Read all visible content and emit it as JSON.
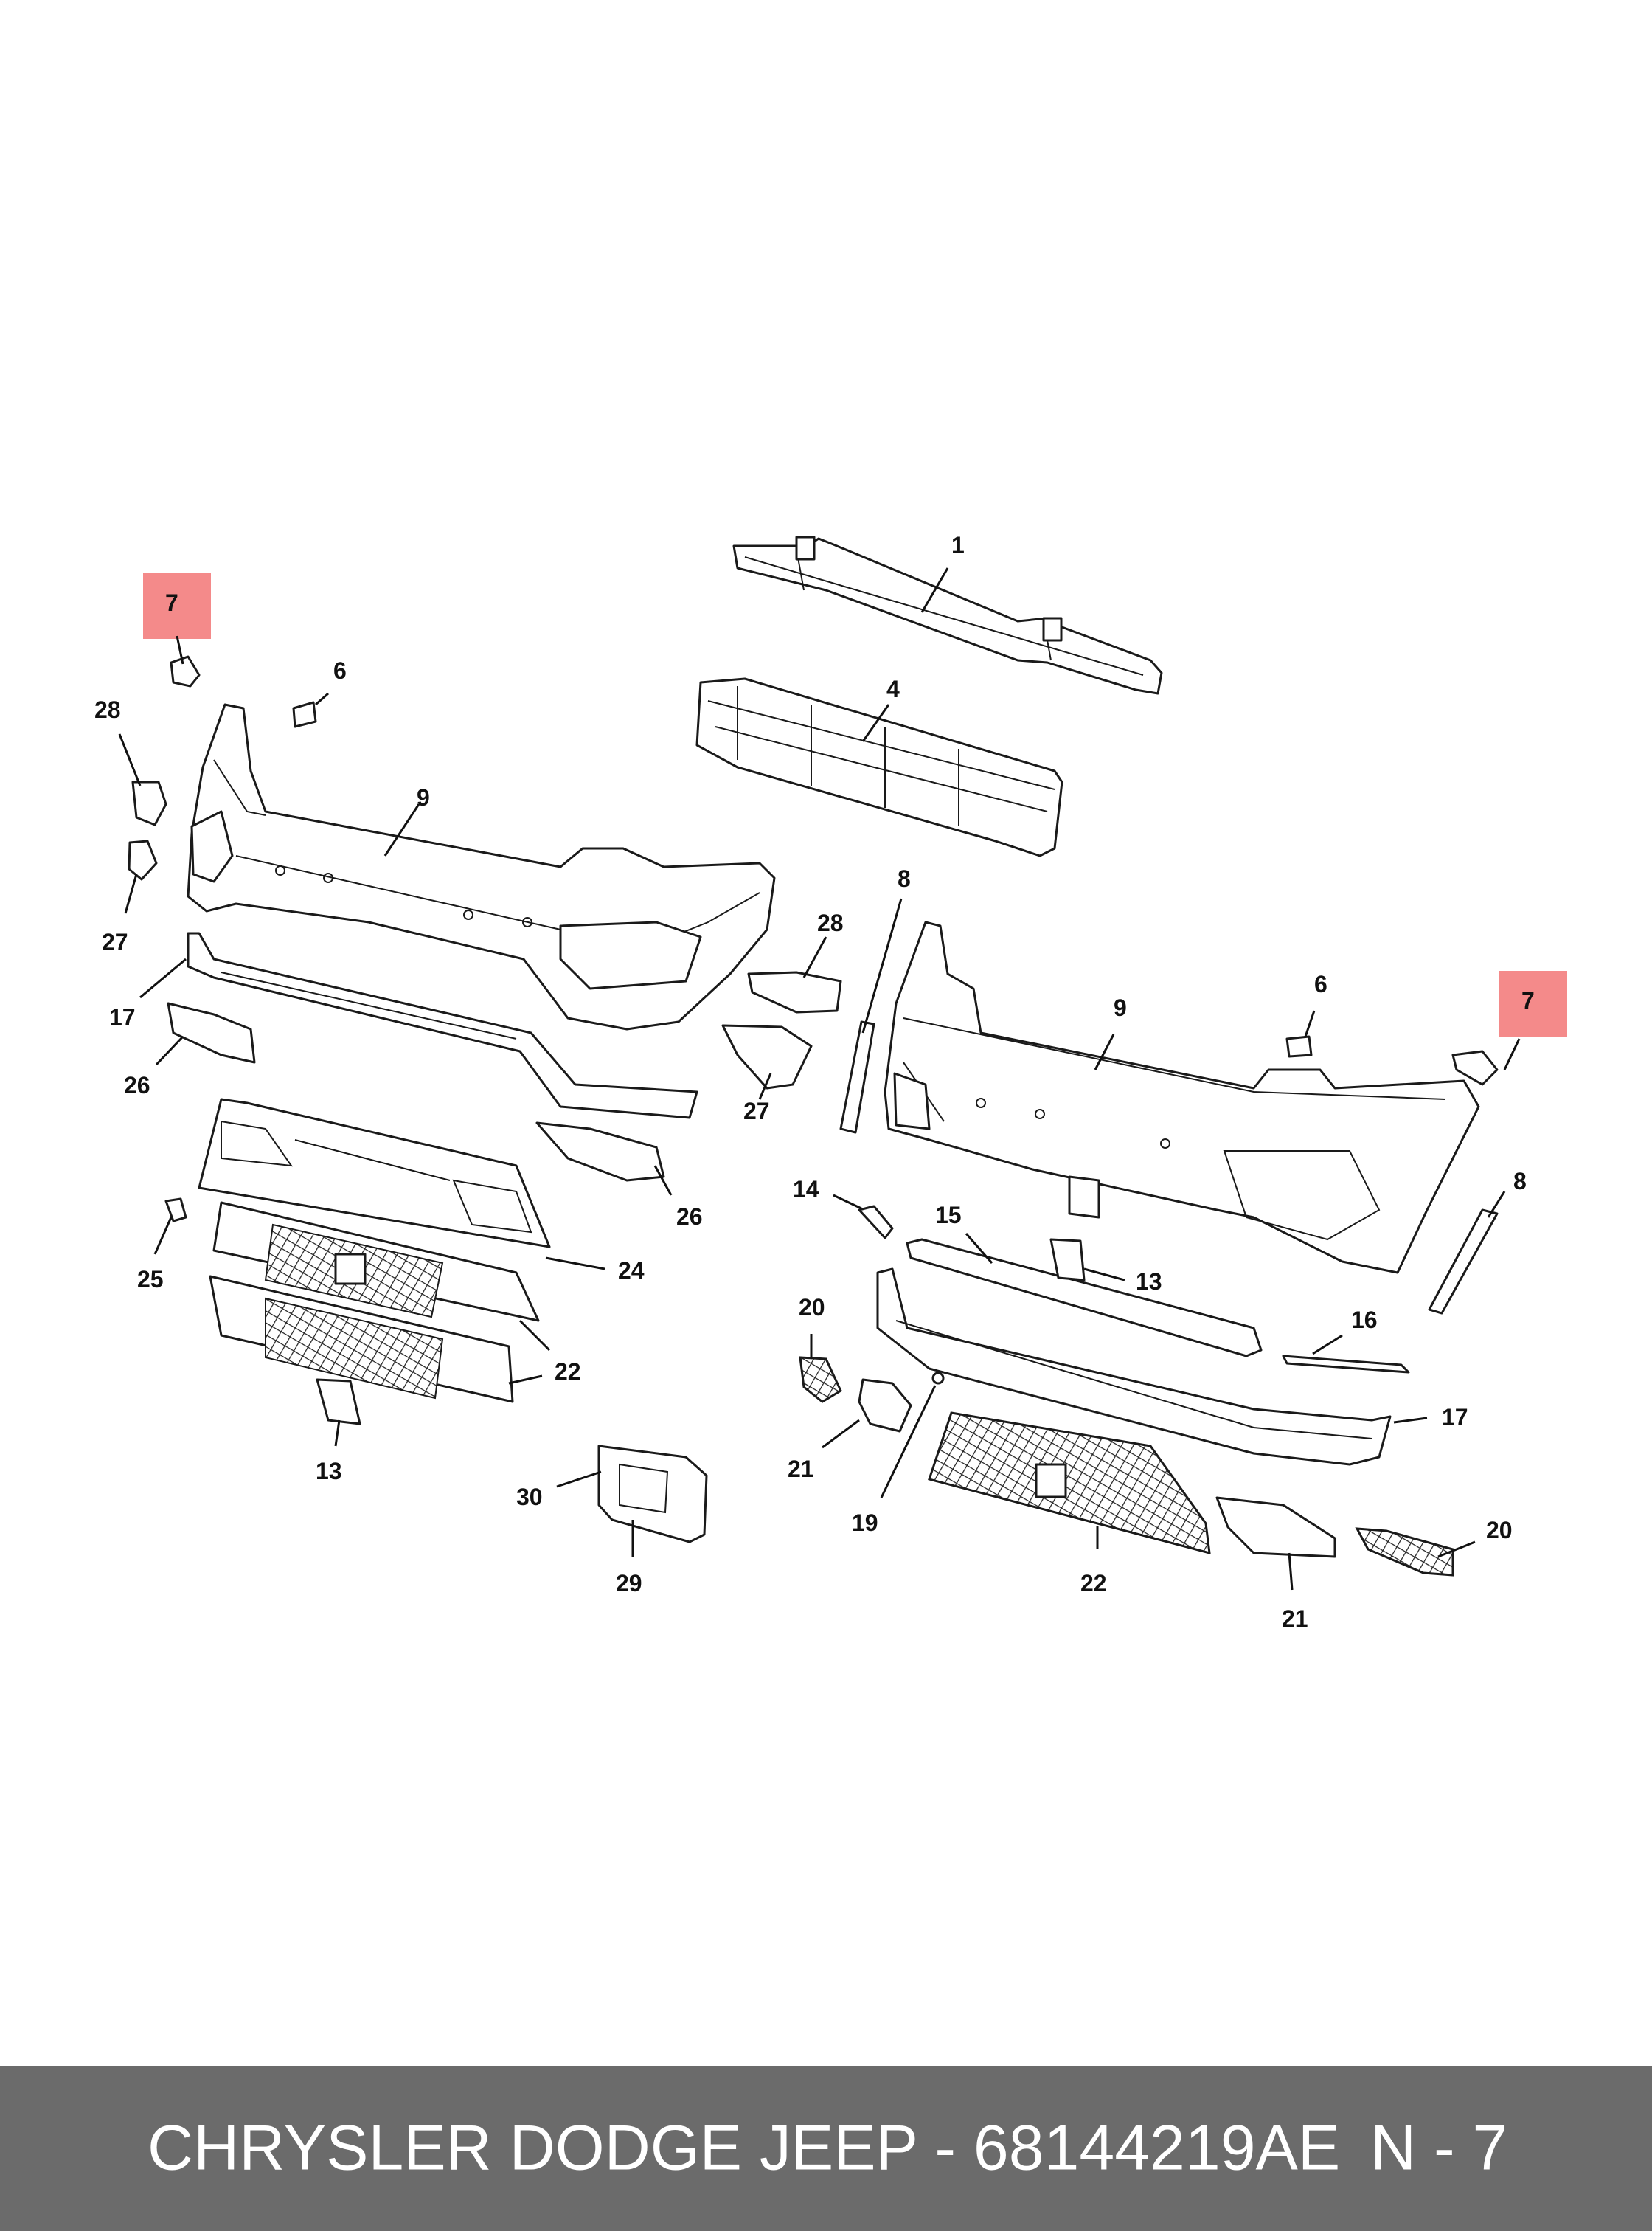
{
  "footer": {
    "title": "CHRYSLER DODGE JEEP - 68144219AE",
    "code": "N - 7"
  },
  "colors": {
    "footer_bg": "#6b6b6b",
    "highlight": "#f48a8a",
    "line": "#1a1a1a"
  },
  "callouts": {
    "c1": "1",
    "c4": "4",
    "c6a": "6",
    "c6b": "6",
    "c7a": "7",
    "c7b": "7",
    "c8a": "8",
    "c8b": "8",
    "c9a": "9",
    "c9b": "9",
    "c13a": "13",
    "c13b": "13",
    "c14": "14",
    "c15": "15",
    "c16": "16",
    "c17a": "17",
    "c17b": "17",
    "c19": "19",
    "c20a": "20",
    "c20b": "20",
    "c21a": "21",
    "c21b": "21",
    "c22a": "22",
    "c22b": "22",
    "c24": "24",
    "c25": "25",
    "c26a": "26",
    "c26b": "26",
    "c27a": "27",
    "c27b": "27",
    "c28a": "28",
    "c28b": "28",
    "c29": "29",
    "c30": "30"
  },
  "highlighted_part": "7"
}
